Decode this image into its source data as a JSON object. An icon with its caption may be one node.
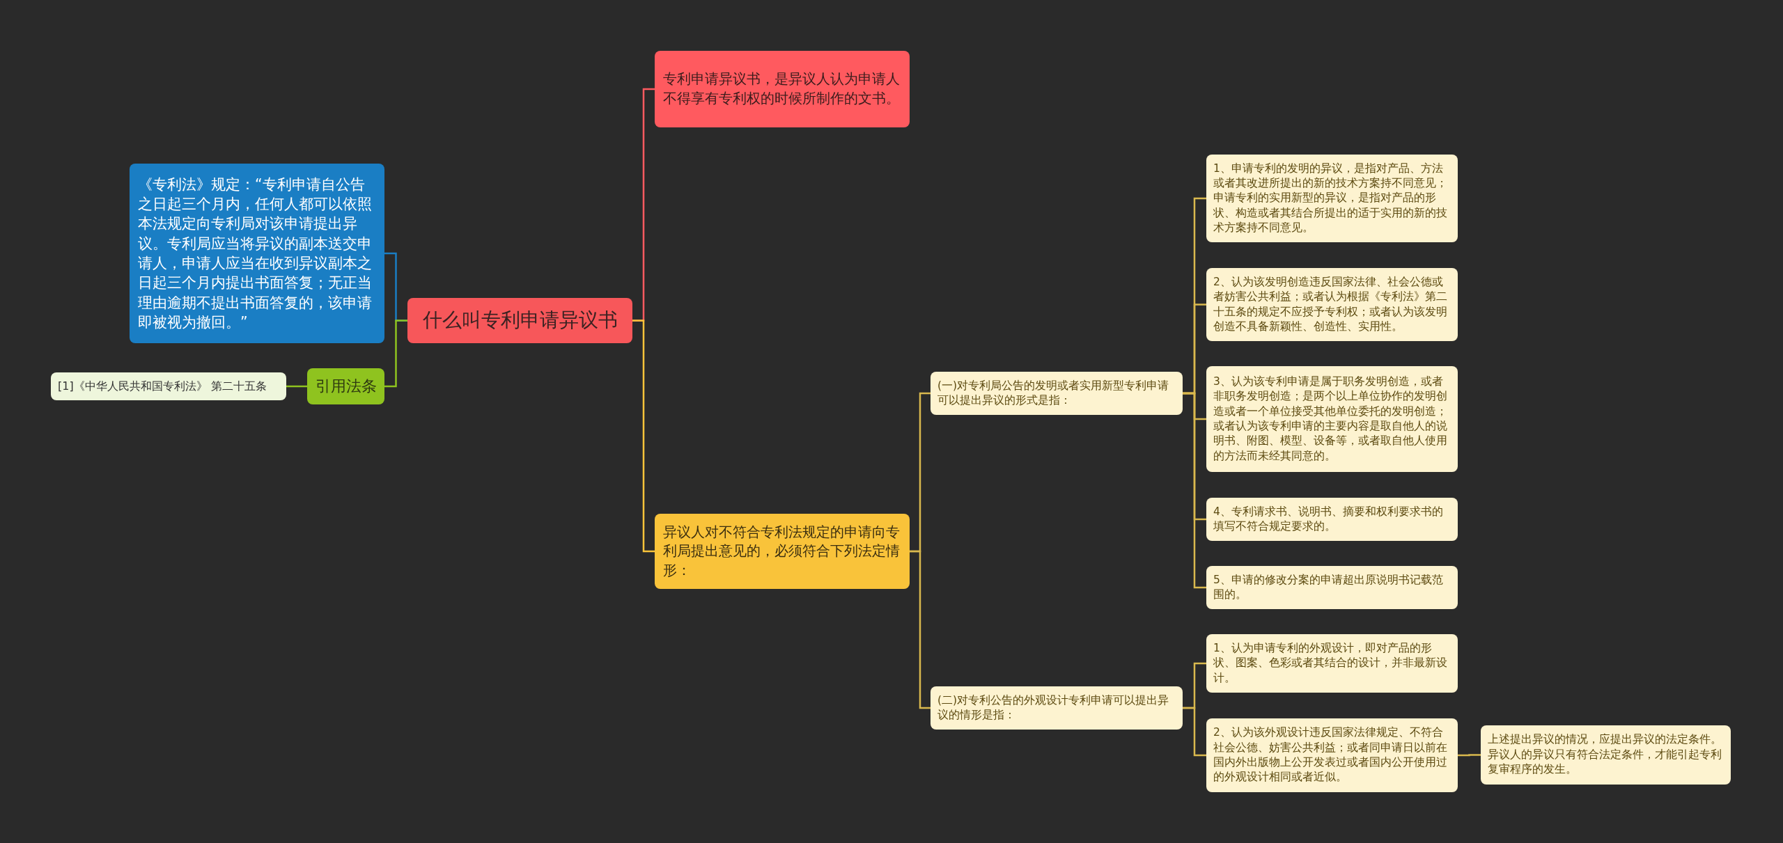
{
  "diagram": {
    "nodes": [
      {
        "text": [
          "什么叫专利申请异议书"
        ]
      },
      {
        "text": [
          "专利申请异议书，是异议人认为申请人不得享有专利权的时候所制作的文书。"
        ]
      },
      {
        "text": [
          "异议人对不符合专利法规定的申请向专利局提出意见的，必须符合下列法定情形："
        ]
      },
      {
        "text": [
          "(一)对专利局公告的发明或者实用新型专利申请可以提出异议的形式是指："
        ]
      },
      {
        "text": [
          "1、申请专利的发明的异议，是指对产品、方法或者其改进所提出的新的技术方案持不同意见；申请专利的实用新型的异议，是指对产品的形状、构造或者其结合所提出的适于实用的新的技术方案持不同意见。"
        ]
      },
      {
        "text": [
          "2、认为该发明创造违反国家法律、社会公德或者妨害公共利益；或者认为根据《专利法》第二十五条的规定不应授予专利权；或者认为该发明创造不具备新颖性、创造性、实用性。"
        ]
      },
      {
        "text": [
          "3、认为该专利申请是属于职务发明创造，或者非职务发明创造；是两个以上单位协作的发明创造或者一个单位接受其他单位委托的发明创造；或者认为该专利申请的主要内容是取自他人的说明书、附图、模型、设备等，或者取自他人使用的方法而未经其同意的。"
        ]
      },
      {
        "text": [
          "4、专利请求书、说明书、摘要和权利要求书的填写不符合规定要求的。"
        ]
      },
      {
        "text": [
          "5、申请的修改分案的申请超出原说明书记载范围的。"
        ]
      },
      {
        "text": [
          "(二)对专利公告的外观设计专利申请可以提出异议的情形是指："
        ]
      },
      {
        "text": [
          "1、认为申请专利的外观设计，即对产品的形状、图案、色彩或者其结合的设计，并非最新设计。"
        ]
      },
      {
        "text": [
          "2、认为该外观设计违反国家法律规定、不符合社会公德、妨害公共利益；或者同申请日以前在国内外出版物上公开发表过或者国内公开使用过的外观设计相同或者近似。"
        ]
      },
      {
        "text": [
          "上述提出异议的情况，应提出异议的法定条件。异议人的异议只有符合法定条件，才能引起专利复审程序的发生。"
        ]
      },
      {
        "text": [
          "《专利法》规定：“专利申请自公告之日起三个月内，任何人都可以依照本法规定向专利局对该申请提出异议。专利局应当将异议的副本送交申请人，申请人应当在收到异议副本之日起三个月内提出书面答复；无正当理由逾期不提出书面答复的，该申请即被视为撤回。”"
        ]
      },
      {
        "text": [
          "引用法条"
        ]
      },
      {
        "text": [
          "[1]《中华人民共和国专利法》 第二十五条"
        ]
      }
    ],
    "edges": [
      {
        "from": 0,
        "to": 1,
        "arrow": "none",
        "color": "#ff5a5f"
      },
      {
        "from": 0,
        "to": 2,
        "arrow": "none",
        "color": "#f9c33a"
      },
      {
        "from": 2,
        "to": 3,
        "arrow": "none"
      },
      {
        "from": 2,
        "to": 9,
        "arrow": "none"
      },
      {
        "from": 3,
        "to": 4,
        "arrow": "none"
      },
      {
        "from": 3,
        "to": 5,
        "arrow": "none"
      },
      {
        "from": 3,
        "to": 6,
        "arrow": "none"
      },
      {
        "from": 3,
        "to": 7,
        "arrow": "none"
      },
      {
        "from": 3,
        "to": 8,
        "arrow": "none"
      },
      {
        "from": 9,
        "to": 10,
        "arrow": "none"
      },
      {
        "from": 9,
        "to": 11,
        "arrow": "none"
      },
      {
        "from": 11,
        "to": 12,
        "arrow": "none"
      },
      {
        "from": 0,
        "to": 13,
        "arrow": "none",
        "color": "#1a7ec4"
      },
      {
        "from": 0,
        "to": 14,
        "arrow": "none",
        "color": "#8fc31f"
      },
      {
        "from": 14,
        "to": 15,
        "arrow": "none",
        "color": "#8fc31f"
      }
    ]
  }
}
